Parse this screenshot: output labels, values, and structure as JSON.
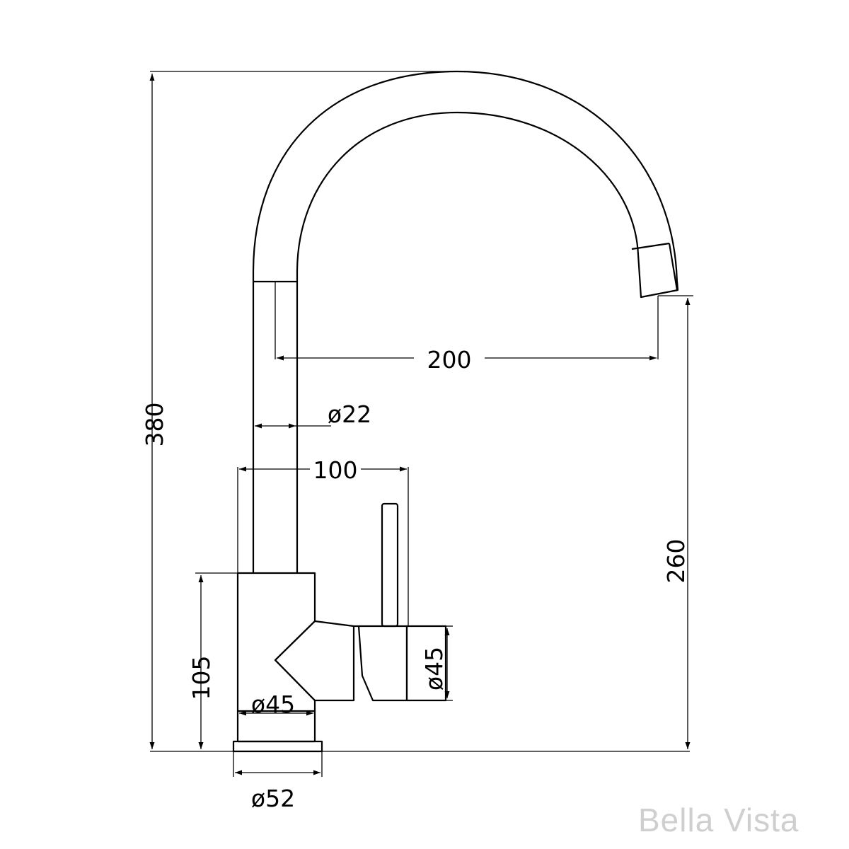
{
  "dimensions": {
    "overall_height": "380",
    "spout_height": "260",
    "spout_reach": "200",
    "spout_diameter": "ø22",
    "lever_offset": "100",
    "body_height": "105",
    "body_diameter": "ø45",
    "handle_diameter": "ø45",
    "base_diameter": "ø52"
  },
  "brand": {
    "logo_text": "Bella Vista"
  },
  "colors": {
    "line": "#000000",
    "brand": "#cfcfcf",
    "background": "#ffffff"
  }
}
